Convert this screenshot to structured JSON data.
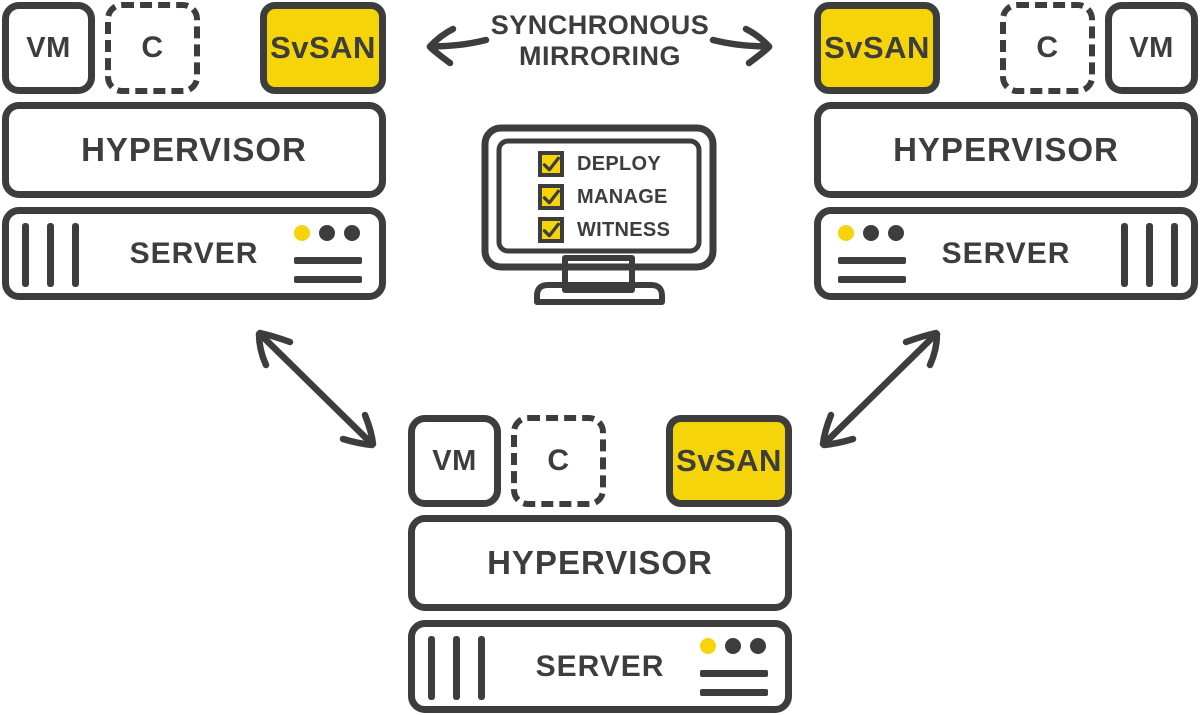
{
  "colors": {
    "ink": "#3D3D3D",
    "yellow": "#F5D50A",
    "background": "#FFFFFF"
  },
  "center": {
    "sync_line1": "SYNCHRONOUS",
    "sync_line2": "MIRRORING",
    "witness_items": [
      {
        "label": "DEPLOY"
      },
      {
        "label": "MANAGE"
      },
      {
        "label": "WITNESS"
      }
    ]
  },
  "icons": {
    "monitor": "witness-monitor-icon",
    "checkbox": "checkbox-checked-icon",
    "sync_arrows": [
      "sync-arrow-left-icon",
      "sync-arrow-right-icon"
    ],
    "link_arrows": [
      "link-arrow-left-icon",
      "link-arrow-right-icon"
    ]
  },
  "nodes": [
    {
      "id": "node-top-left",
      "vm_label": "VM",
      "container_label": "C",
      "svsan_label": "SvSAN",
      "hypervisor_label": "HYPERVISOR",
      "server_label": "SERVER"
    },
    {
      "id": "node-top-right",
      "vm_label": "VM",
      "container_label": "C",
      "svsan_label": "SvSAN",
      "hypervisor_label": "HYPERVISOR",
      "server_label": "SERVER"
    },
    {
      "id": "node-bottom",
      "vm_label": "VM",
      "container_label": "C",
      "svsan_label": "SvSAN",
      "hypervisor_label": "HYPERVISOR",
      "server_label": "SERVER"
    }
  ]
}
